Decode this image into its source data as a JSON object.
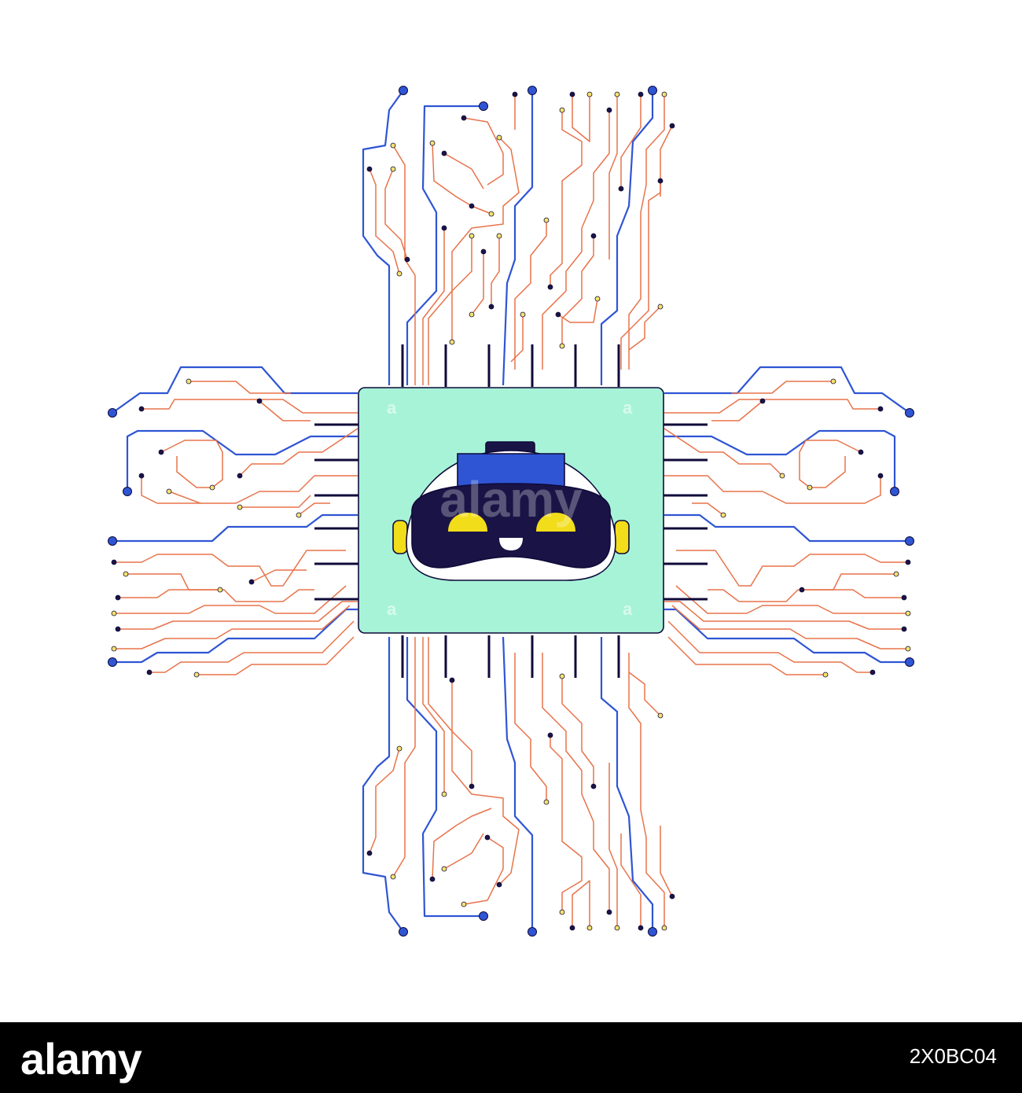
{
  "illustration": {
    "subject": "robot-head-on-microchip",
    "colors": {
      "chip": "#a7f3d8",
      "outline": "#0f0a3a",
      "blue_trace": "#2f55d4",
      "orange_trace": "#e8734a",
      "visor": "#1a1446",
      "helmet": "#ffffff",
      "helmet_accent": "#2f55d4",
      "eyes": "#f2dd1a",
      "ears": "#f2dd1a",
      "pad_yellow": "#f5e26b",
      "pad_navy": "#1a1446"
    }
  },
  "watermark": {
    "text": "alamy",
    "mark": "a"
  },
  "footer": {
    "brand": "alamy",
    "image_id": "2X0BC04"
  }
}
